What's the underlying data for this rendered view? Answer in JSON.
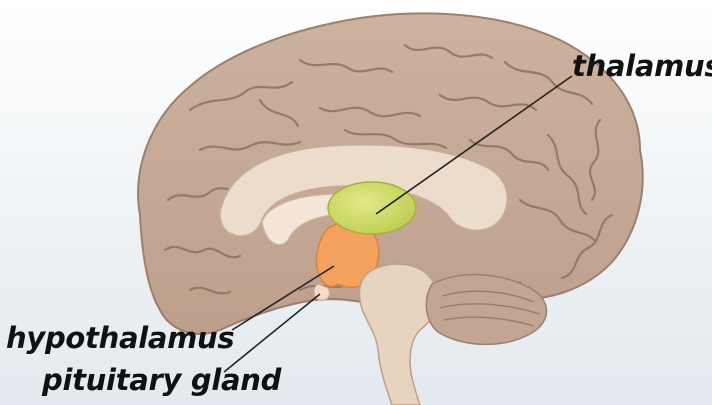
{
  "labels": {
    "thalamus": "thalamus",
    "hypothalamus": "hypothalamus",
    "pituitary": "pituitary gland"
  },
  "colors": {
    "cortex": "#c6aa98",
    "cortex_outline": "#9c7f6c",
    "sulcus": "#8e7260",
    "inner": "#ecdccb",
    "thalamus": "#cfd96a",
    "hypothalamus": "#f2a25c",
    "brainstem": "#e7d4c0",
    "leader_line": "#222222"
  }
}
